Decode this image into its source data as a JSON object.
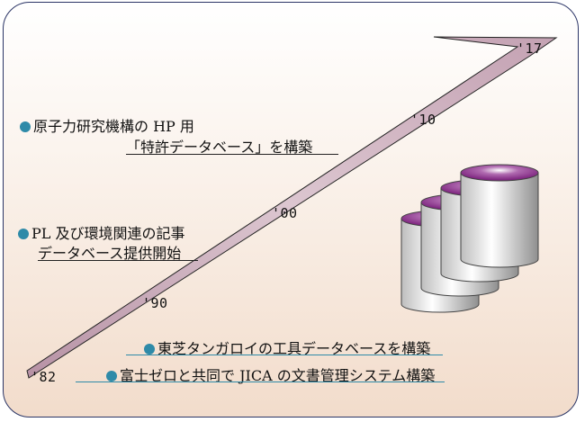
{
  "timeline": {
    "years": [
      "'82",
      "'90",
      "'00",
      "'10",
      "'17"
    ]
  },
  "milestones": [
    {
      "line1": "原子力研究機構の HP 用",
      "line2": "「特許データベース」を構築"
    },
    {
      "line1": "PL 及び環境関連の記事",
      "line2": "データベース提供開始"
    },
    {
      "line1": "東芝タンガロイの工具データベースを構築"
    },
    {
      "line1": "富士ゼロと共同で JICA の文書管理システム構築"
    }
  ],
  "colors": {
    "bullet": "#2e8aa8",
    "arrow_fill": "#c9a9b7",
    "cylinder_top": "#8e1f8f",
    "frame": "#2b3566"
  },
  "icons": [
    "database-stack-icon",
    "timeline-arrow-icon"
  ]
}
